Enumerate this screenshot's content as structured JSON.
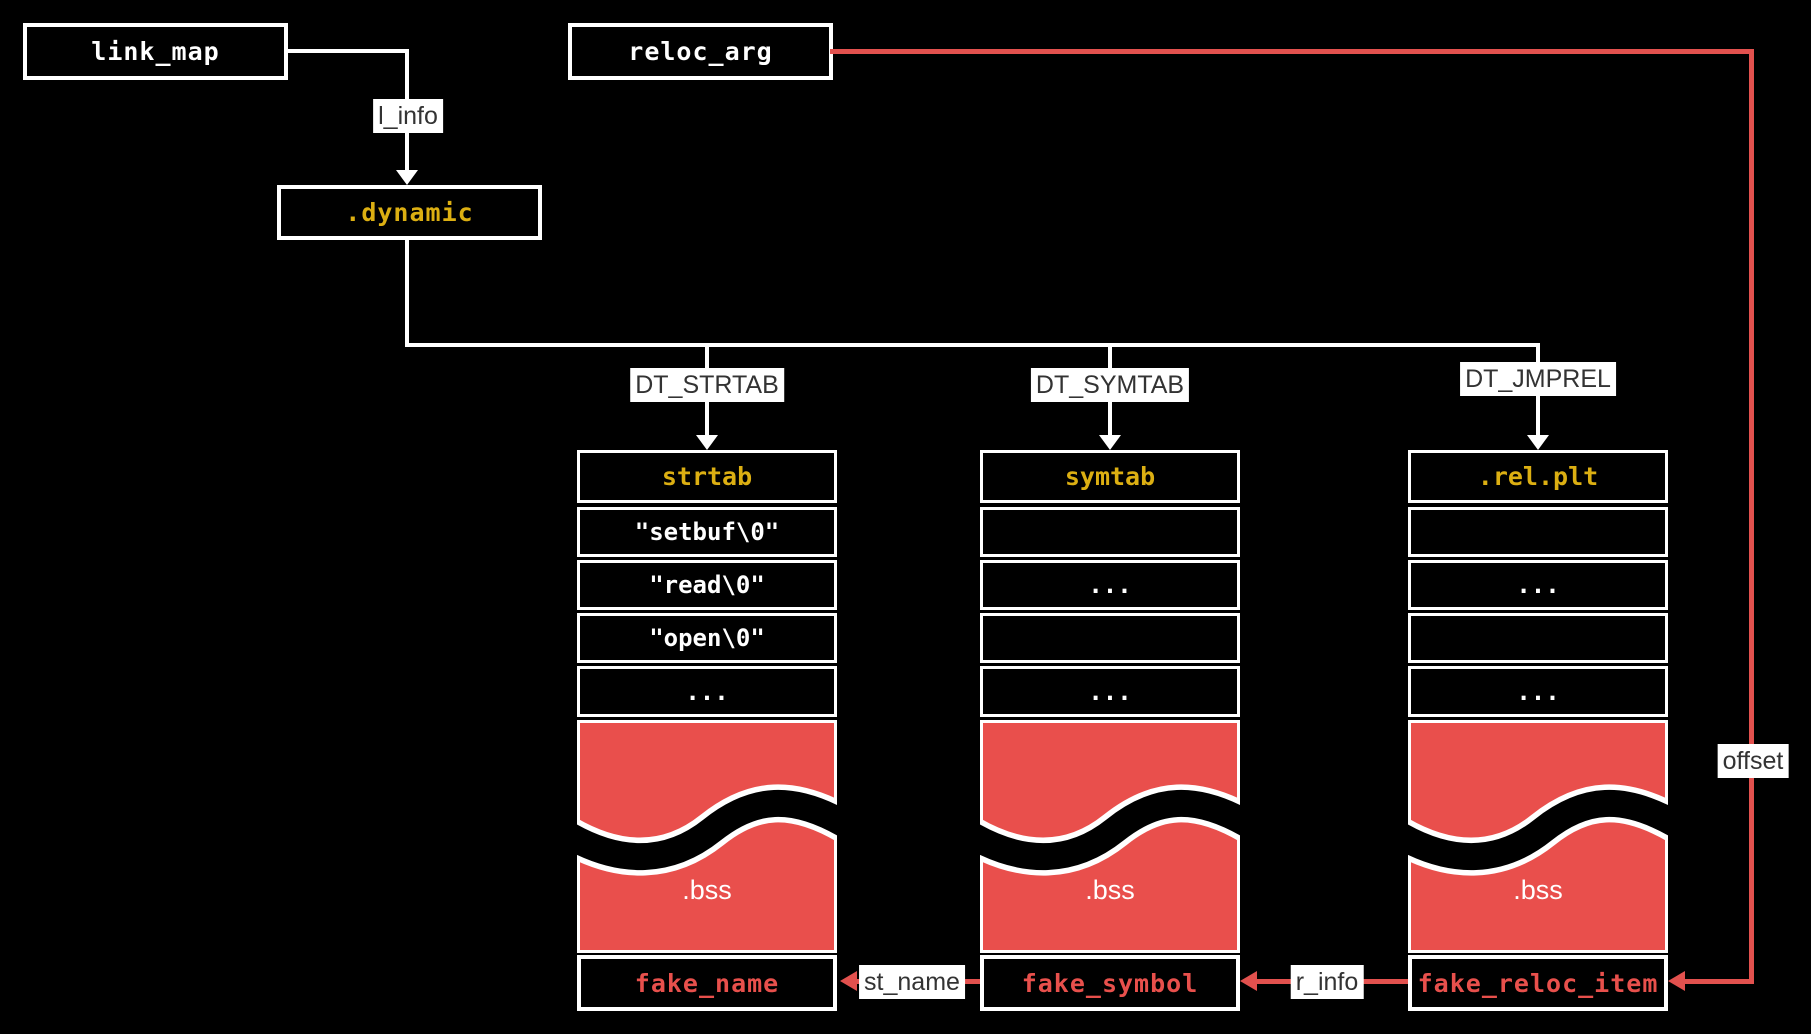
{
  "nodes": {
    "link_map": "link_map",
    "reloc_arg": "reloc_arg",
    "dynamic": ".dynamic"
  },
  "edge_labels": {
    "l_info": "l_info",
    "dt_strtab": "DT_STRTAB",
    "dt_symtab": "DT_SYMTAB",
    "dt_jmprel": "DT_JMPREL",
    "offset": "offset",
    "st_name": "st_name",
    "r_info": "r_info"
  },
  "columns": [
    {
      "header": "strtab",
      "rows": [
        "\"setbuf\\0\"",
        "\"read\\0\"",
        "\"open\\0\"",
        "..."
      ],
      "bss_label": ".bss",
      "footer": "fake_name"
    },
    {
      "header": "symtab",
      "rows": [
        "",
        "...",
        "",
        "..."
      ],
      "bss_label": ".bss",
      "footer": "fake_symbol"
    },
    {
      "header": ".rel.plt",
      "rows": [
        "",
        "...",
        "",
        "..."
      ],
      "bss_label": ".bss",
      "footer": "fake_reloc_item"
    }
  ],
  "colors": {
    "background": "#000000",
    "line_white": "#FFFFFF",
    "accent_red": "#E2514E",
    "fill_red": "#E94F4C",
    "accent_gold": "#DCAF12",
    "label_text": "#333333"
  }
}
